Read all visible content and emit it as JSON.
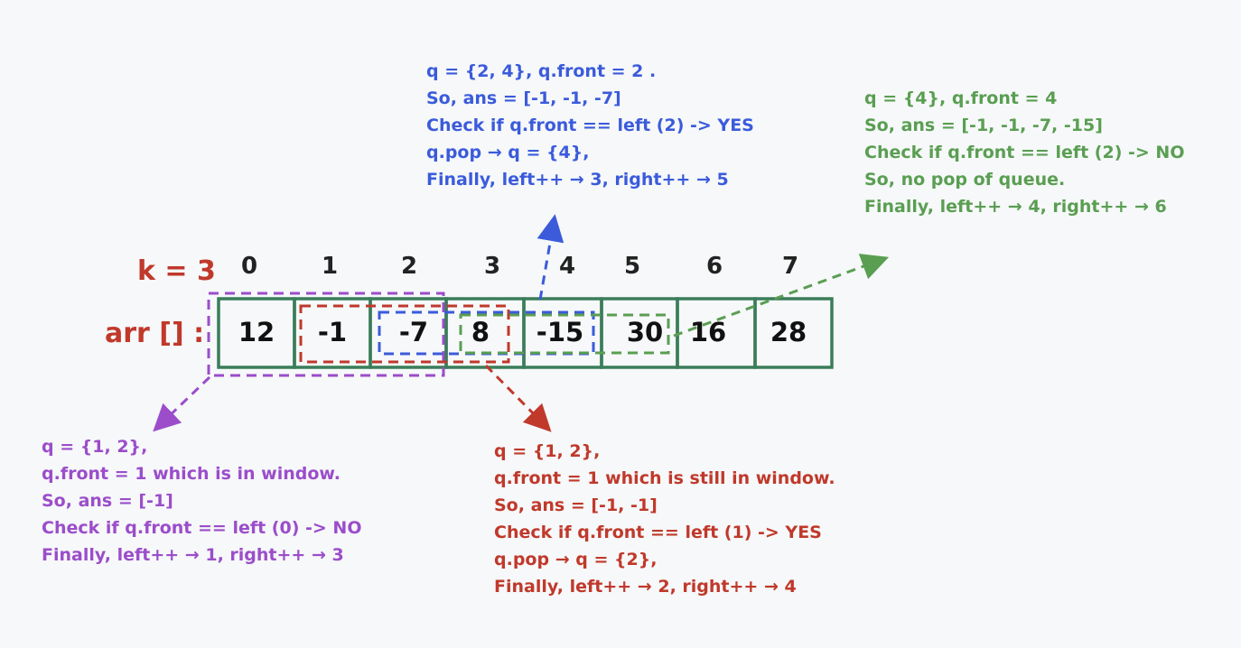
{
  "colors": {
    "array_border": "#3a7d5a",
    "purple": "#9b4dca",
    "red": "#c0392b",
    "blue": "#3b5bdb",
    "green": "#5a9e52",
    "dark": "#222222"
  },
  "k_label": "k = 3",
  "arr_label": "arr [] :",
  "indices": [
    "0",
    "1",
    "2",
    "3",
    "4",
    "5",
    "6",
    "7"
  ],
  "array": [
    "12",
    "-1",
    "-7",
    "8",
    "-15",
    "30",
    "16",
    "28"
  ],
  "notes": {
    "blue": [
      "q = {2, 4}, q.front = 2 .",
      "So, ans = [-1, -1, -7]",
      "Check if q.front == left (2) -> YES",
      "q.pop → q = {4},",
      "Finally, left++ → 3,  right++ → 5"
    ],
    "green": [
      "q = {4}, q.front = 4",
      "So, ans = [-1, -1, -7, -15]",
      "Check if q.front == left (2) -> NO",
      "So, no pop of queue.",
      "Finally, left++ → 4,  right++ → 6"
    ],
    "purple": [
      "q = {1, 2},",
      "q.front = 1 which is in window.",
      "So, ans = [-1]",
      "Check if q.front == left (0) -> NO",
      "Finally, left++ → 1,  right++ → 3"
    ],
    "red": [
      "q = {1, 2},",
      "q.front = 1 which is still in window.",
      "So, ans = [-1, -1]",
      "Check if q.front == left (1) -> YES",
      "q.pop → q = {2},",
      "Finally, left++ → 2,  right++ → 4"
    ]
  }
}
